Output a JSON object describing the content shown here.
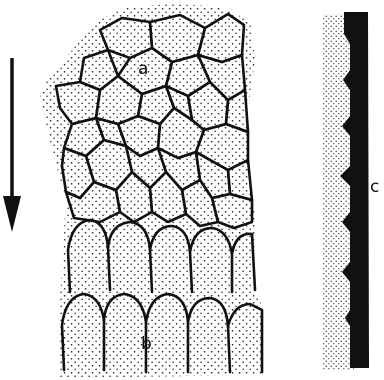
{
  "figure": {
    "labels": {
      "a": "a",
      "b": "b",
      "c": "c"
    },
    "colors": {
      "ink": "#111111",
      "stipple": "#222222",
      "background": "#ffffff"
    }
  }
}
